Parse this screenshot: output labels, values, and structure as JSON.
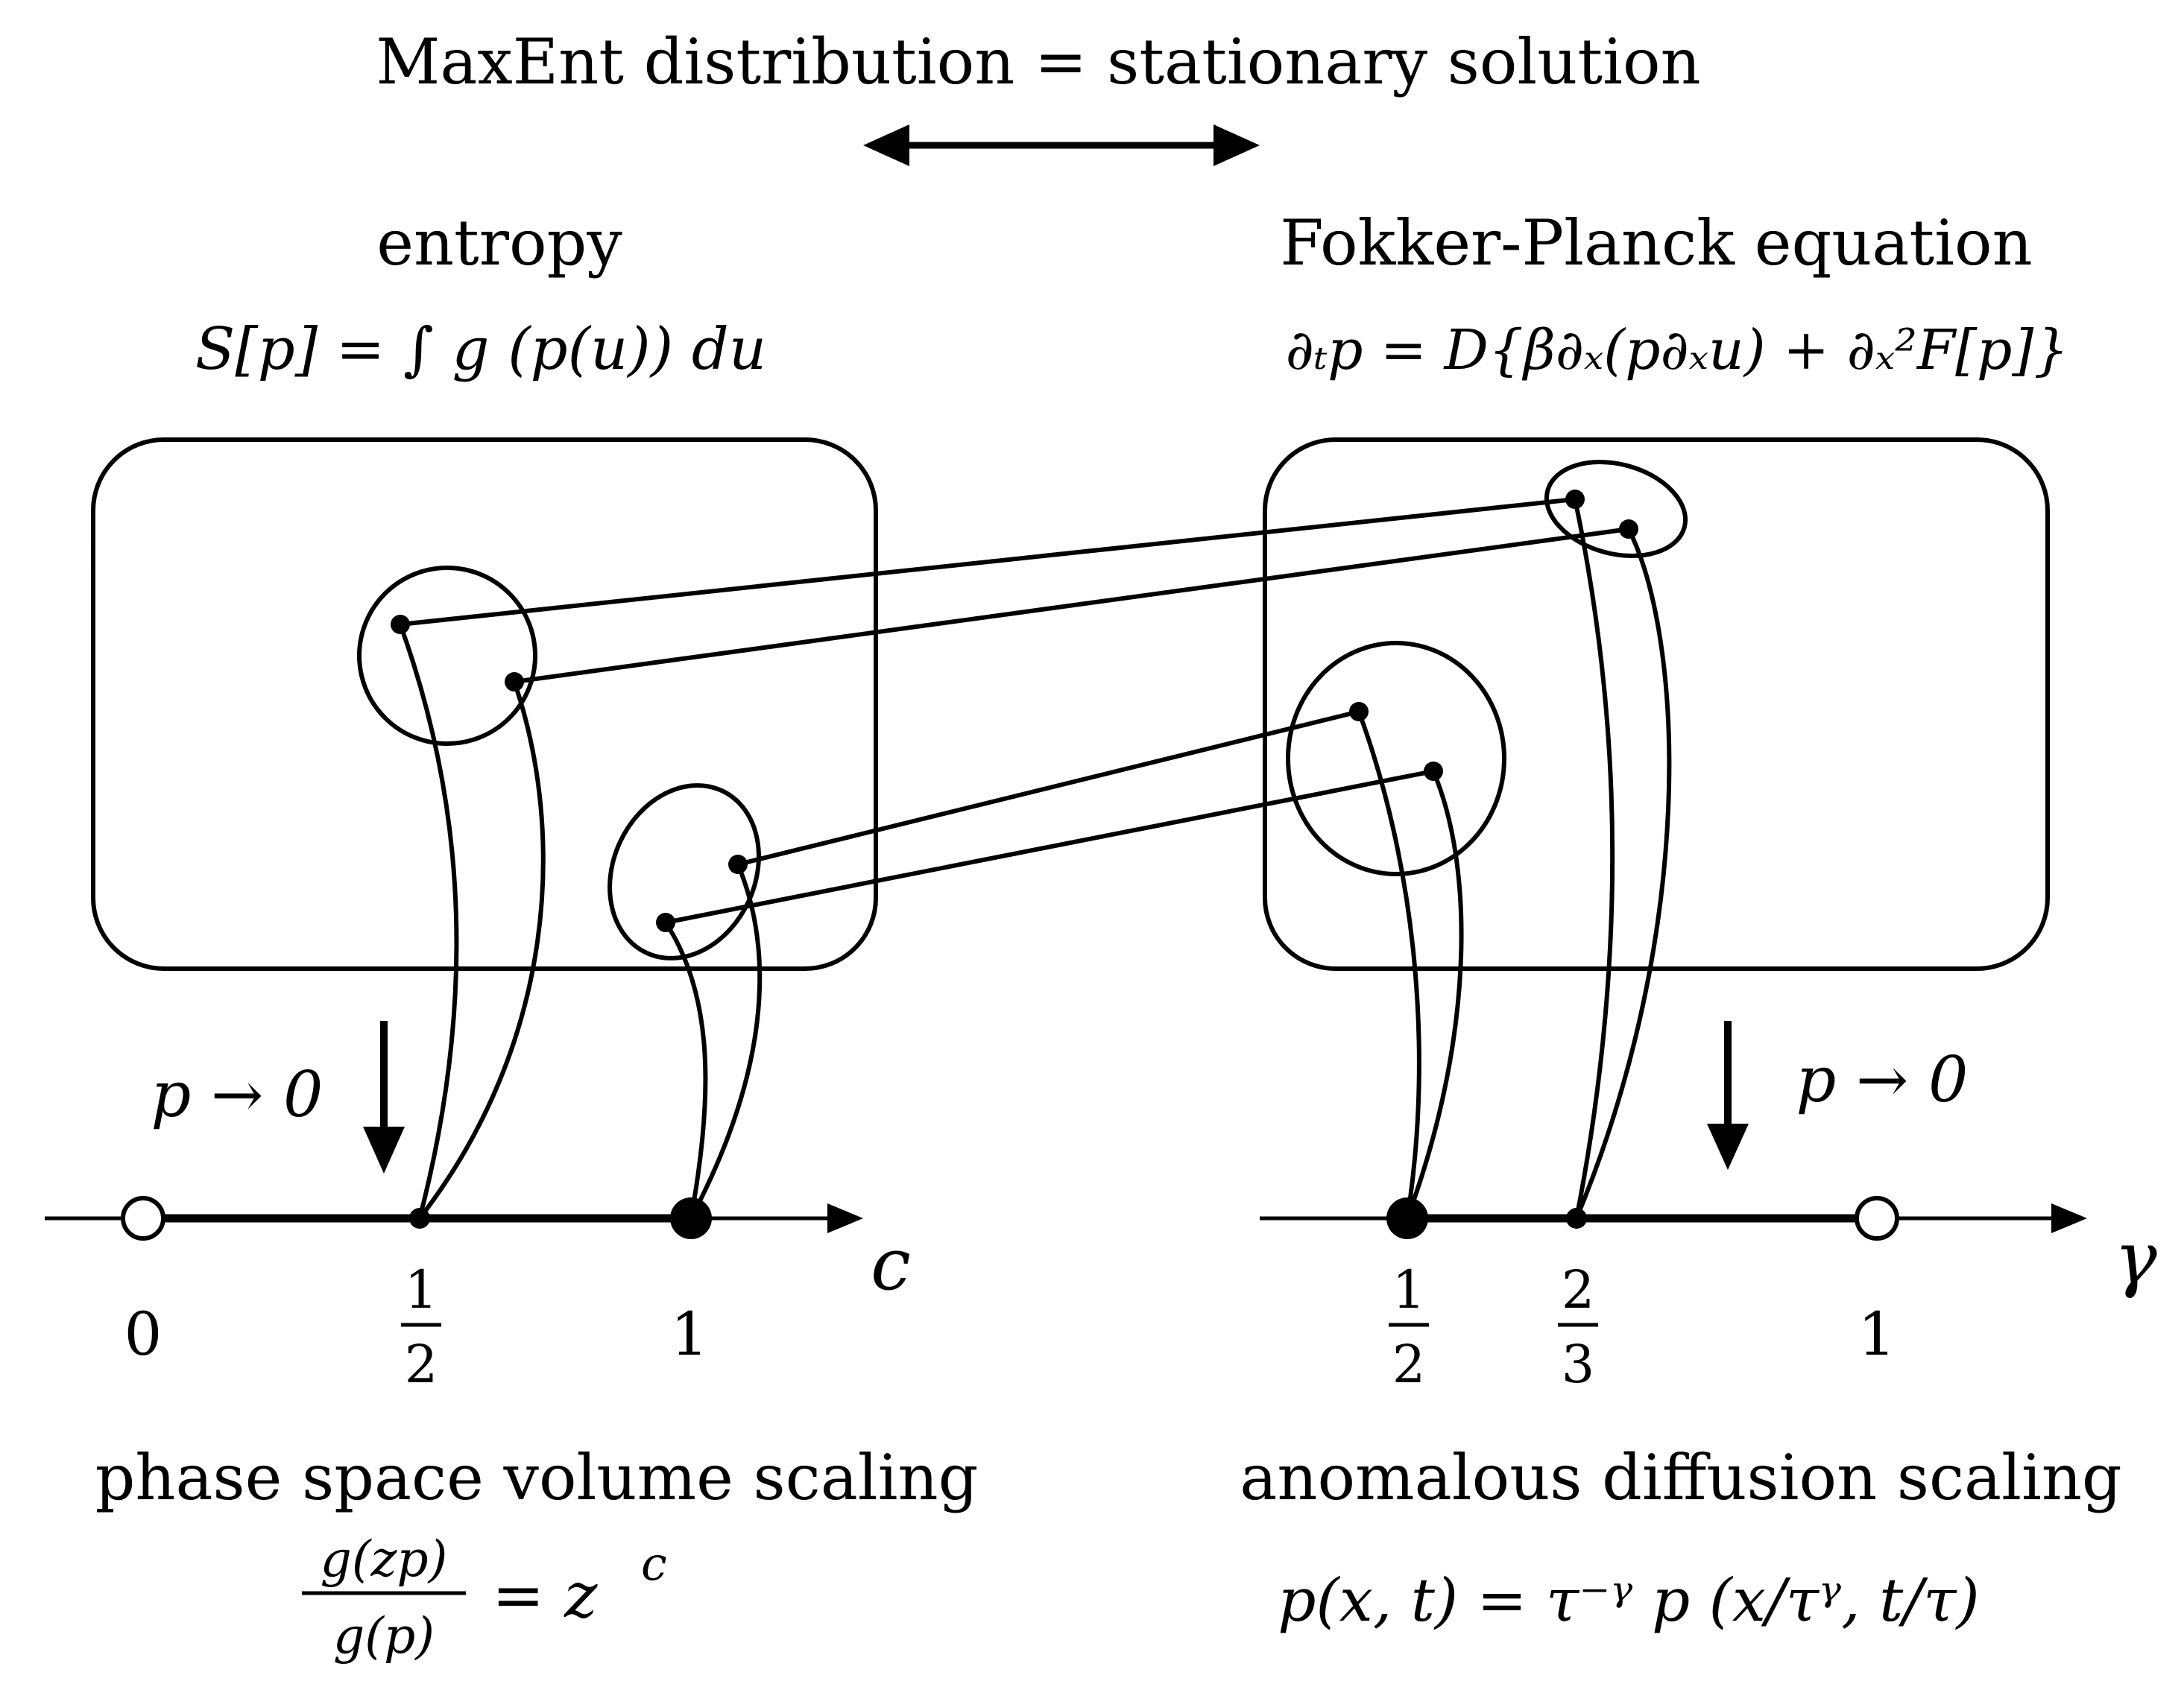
{
  "header": {
    "title": "MaxEnt distribution = stationary solution"
  },
  "left": {
    "title": "entropy",
    "formula": "S[p] = ∫ g (p(u)) du",
    "limit_label": "p → 0",
    "axis_variable": "c",
    "ticks": [
      {
        "label": "0",
        "marker": "open-circle"
      },
      {
        "label": "1/2",
        "numerator": "1",
        "denominator": "2",
        "marker": "small-dot"
      },
      {
        "label": "1",
        "marker": "filled-circle"
      }
    ],
    "bottom_title": "phase space volume scaling",
    "bottom_formula": {
      "numerator": "g(zp)",
      "denominator": "g(p)",
      "rhs_base": "= z",
      "rhs_exponent": "c"
    }
  },
  "right": {
    "title": "Fokker-Planck equation",
    "formula": "∂ₜp = D{β∂ₓ(p∂ₓu) + ∂ₓ²F[p]}",
    "limit_label": "p → 0",
    "axis_variable": "γ",
    "ticks": [
      {
        "label": "1/2",
        "numerator": "1",
        "denominator": "2",
        "marker": "filled-circle"
      },
      {
        "label": "2/3",
        "numerator": "2",
        "denominator": "3",
        "marker": "small-dot"
      },
      {
        "label": "1",
        "marker": "open-circle"
      }
    ],
    "bottom_title": "anomalous diffusion scaling",
    "bottom_formula": "p(x, t) = τ⁻ᵞ p (x/τᵞ, t/τ)"
  }
}
